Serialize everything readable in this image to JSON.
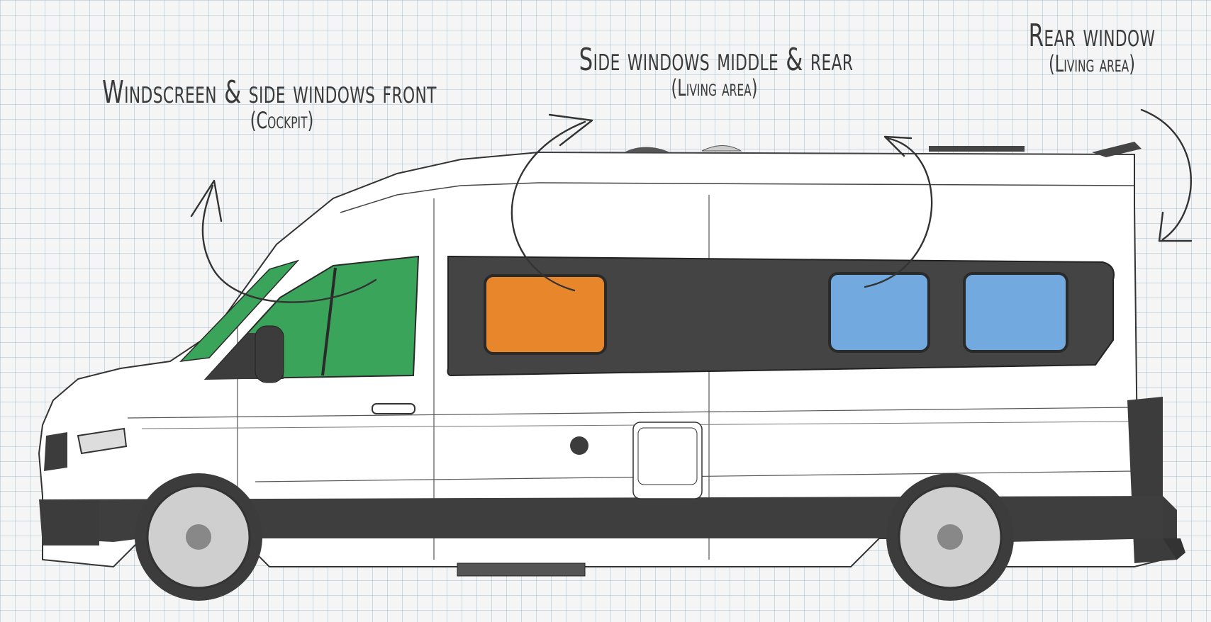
{
  "labels": {
    "cockpit": {
      "title": "Windscreen & side windows front",
      "sub": "(Cockpit)"
    },
    "side": {
      "title": "Side windows middle & rear",
      "sub": "(Living area)"
    },
    "rear": {
      "title": "Rear window",
      "sub": "(Living area)"
    }
  },
  "colors": {
    "cockpit_windows": "#3aa45a",
    "side_window_middle": "#e8862c",
    "side_windows_rear": "#72aae0",
    "van_body": "#ffffff",
    "dark_trim": "#3c3c3c",
    "ink": "#333333"
  }
}
